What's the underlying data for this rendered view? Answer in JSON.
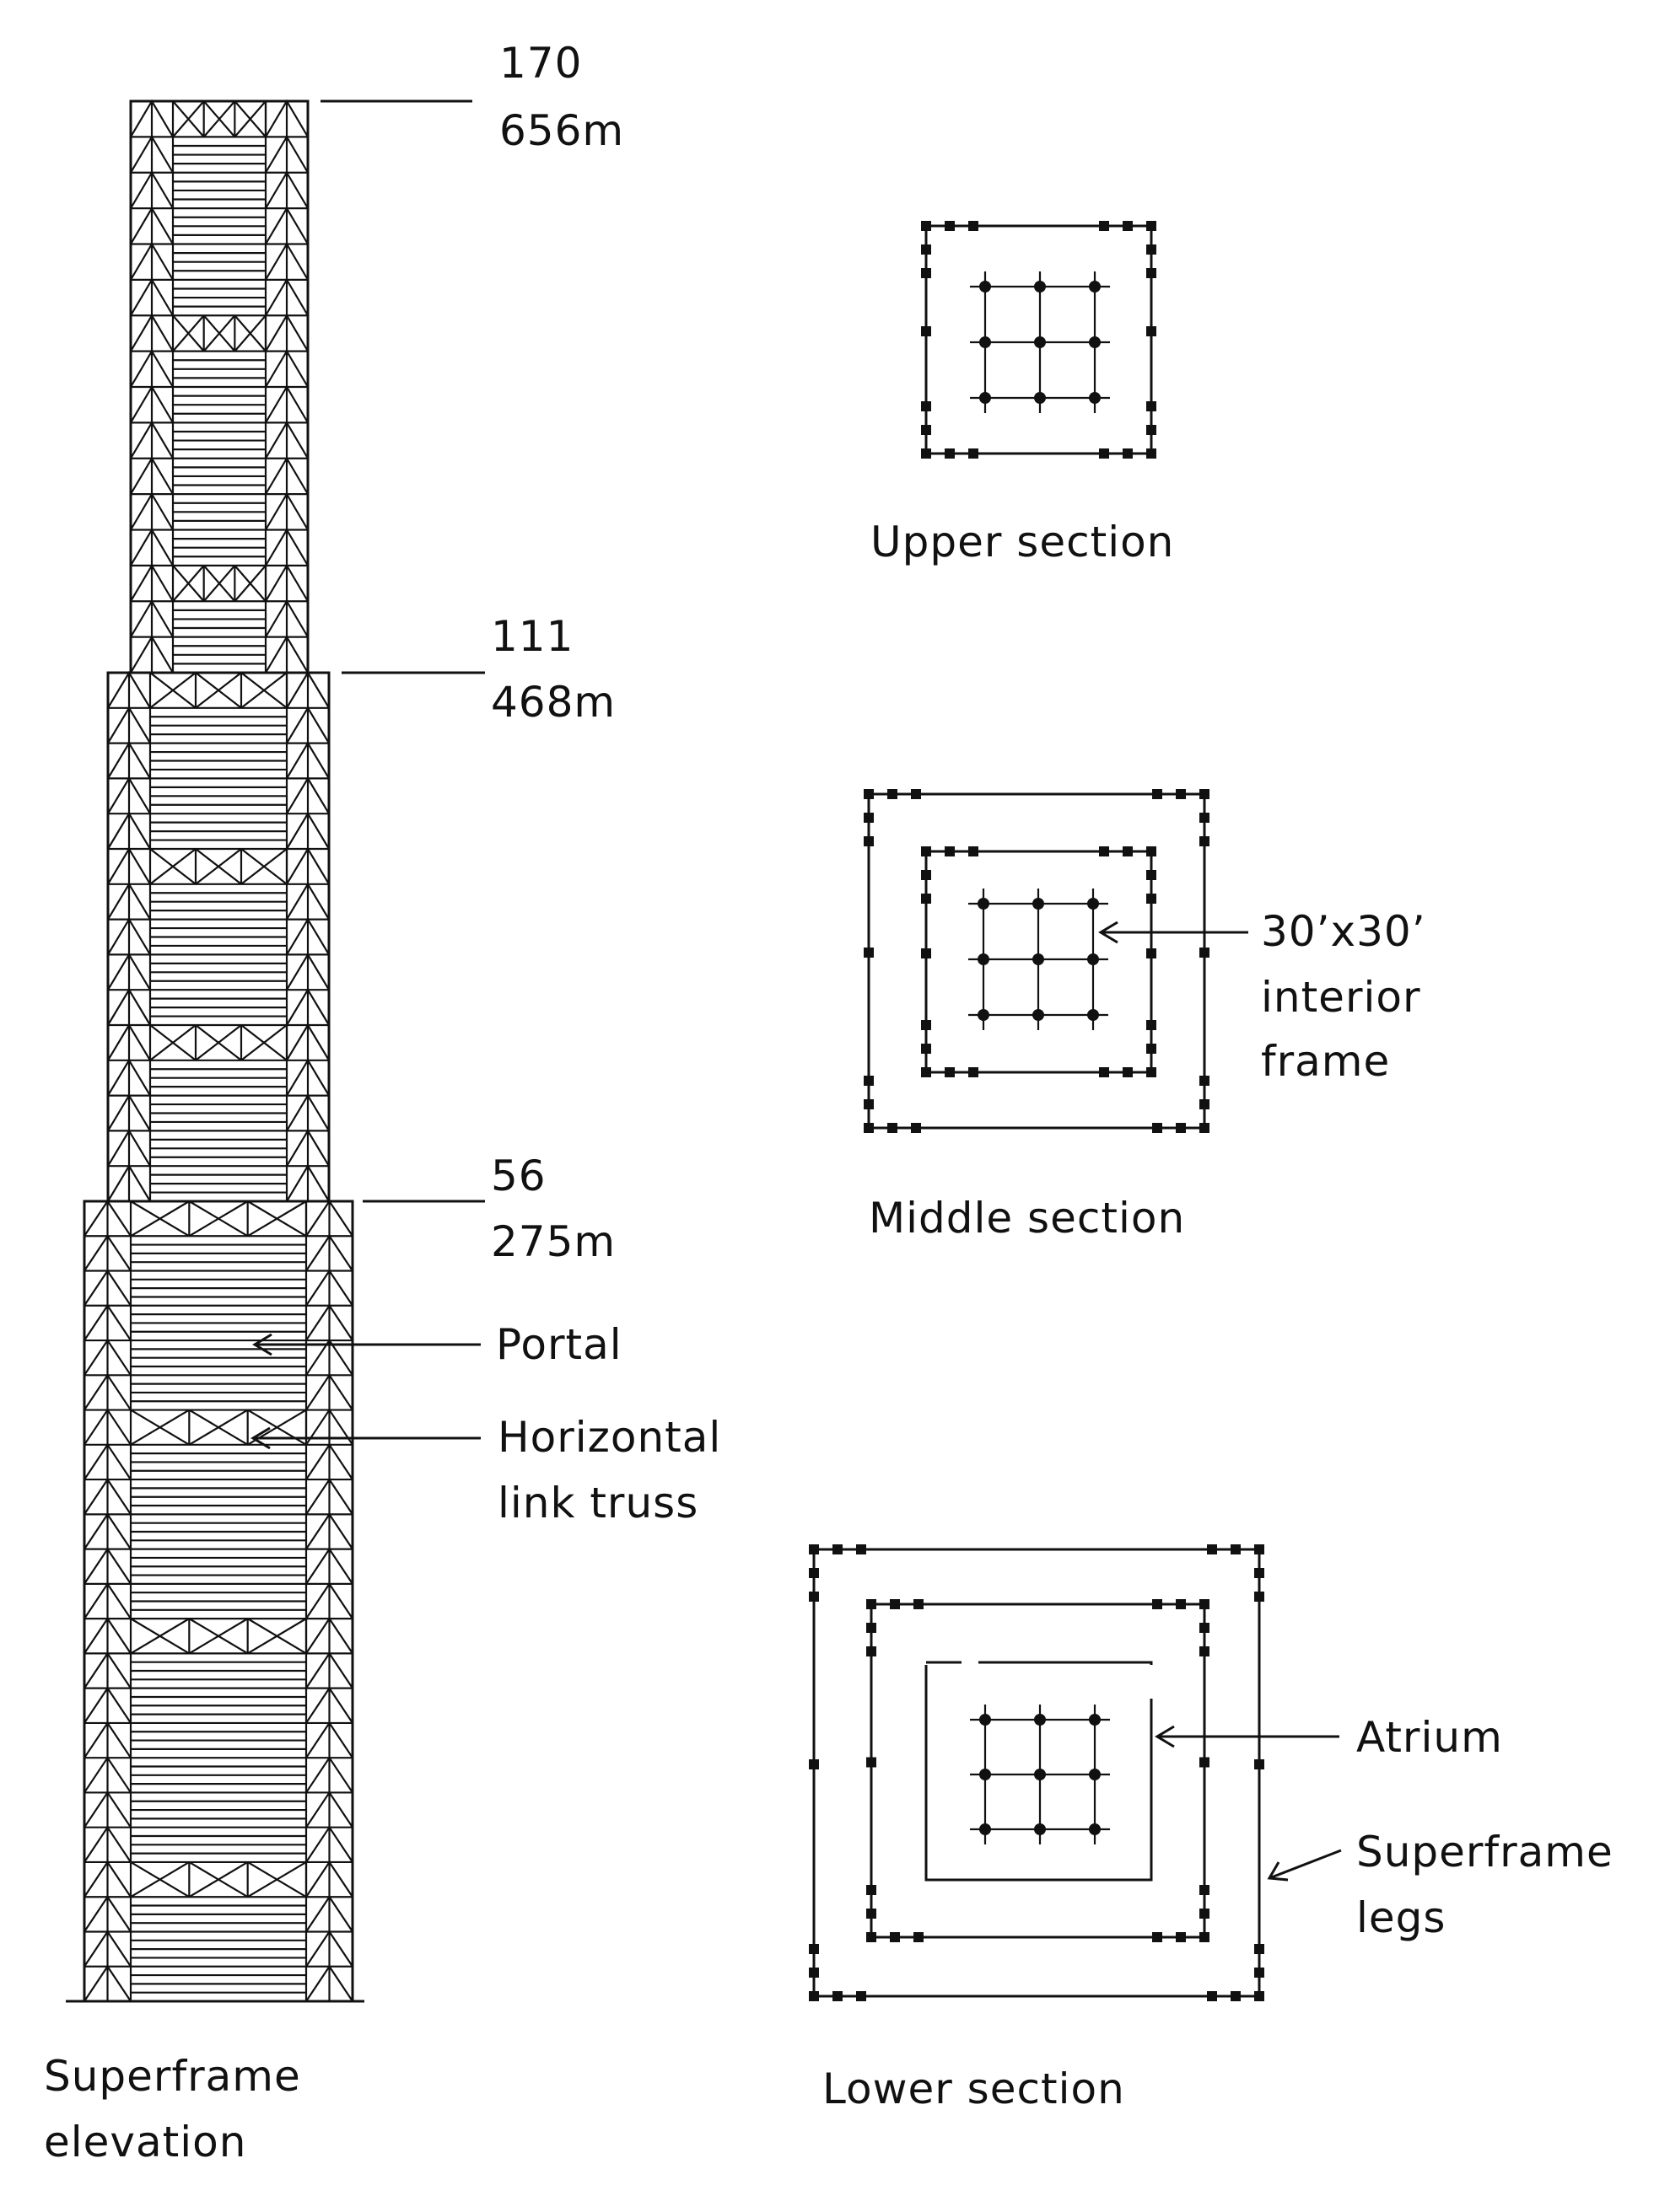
{
  "colors": {
    "ink": "#111111",
    "background": "#ffffff"
  },
  "elevation": {
    "levels": [
      {
        "floor": "170",
        "height": "656m"
      },
      {
        "floor": "111",
        "height": "468m"
      },
      {
        "floor": "56",
        "height": "275m"
      }
    ],
    "callouts": {
      "portal": "Portal",
      "link_truss_line1": "Horizontal",
      "link_truss_line2": "link truss"
    },
    "caption_line1": "Superframe",
    "caption_line2": "elevation"
  },
  "sections": {
    "upper": {
      "caption": "Upper section"
    },
    "middle": {
      "caption": "Middle section",
      "callout_line1": "30’x30’",
      "callout_line2": "interior",
      "callout_line3": "frame"
    },
    "lower": {
      "caption": "Lower section",
      "atrium": "Atrium",
      "legs_line1": "Superframe",
      "legs_line2": "legs"
    }
  }
}
